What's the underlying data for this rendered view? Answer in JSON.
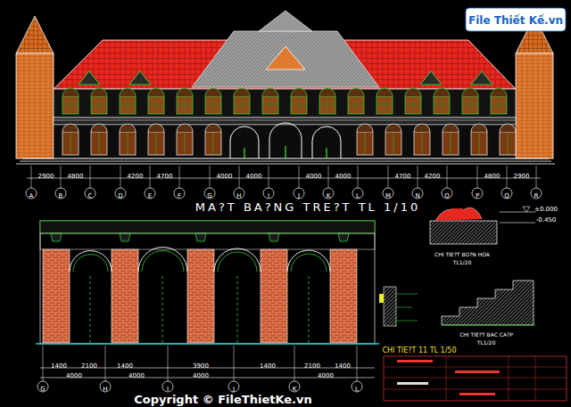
{
  "diagram": {
    "title": "MA?T BA?NG TRE?T TL 1/10",
    "labels": [
      "2900",
      "4800",
      "4200",
      "4700",
      "4000",
      "4000",
      "4000",
      "4000",
      "4700",
      "4200",
      "4800",
      "2900",
      "A",
      "B",
      "C",
      "D",
      "E",
      "F",
      "G",
      "H",
      "I",
      "J",
      "K",
      "L",
      "M",
      "N",
      "O",
      "P",
      "Q",
      "R",
      "1400",
      "2100",
      "1400",
      "3900",
      "1400",
      "2100",
      "1400",
      "4000",
      "4000",
      "4000",
      "4000",
      "G",
      "H",
      "I",
      "J",
      "K",
      "L",
      "±0.000",
      "-0.450",
      "CHI TIE?T BO?N HOA",
      "TL1/20",
      "CHI TIE?T BAC CA?P",
      "TL1/20",
      "CHI TIE?T 11 TL 1/50",
      "Copyright © FileThietKe.vn",
      "File Thiết Kế.vn"
    ]
  }
}
